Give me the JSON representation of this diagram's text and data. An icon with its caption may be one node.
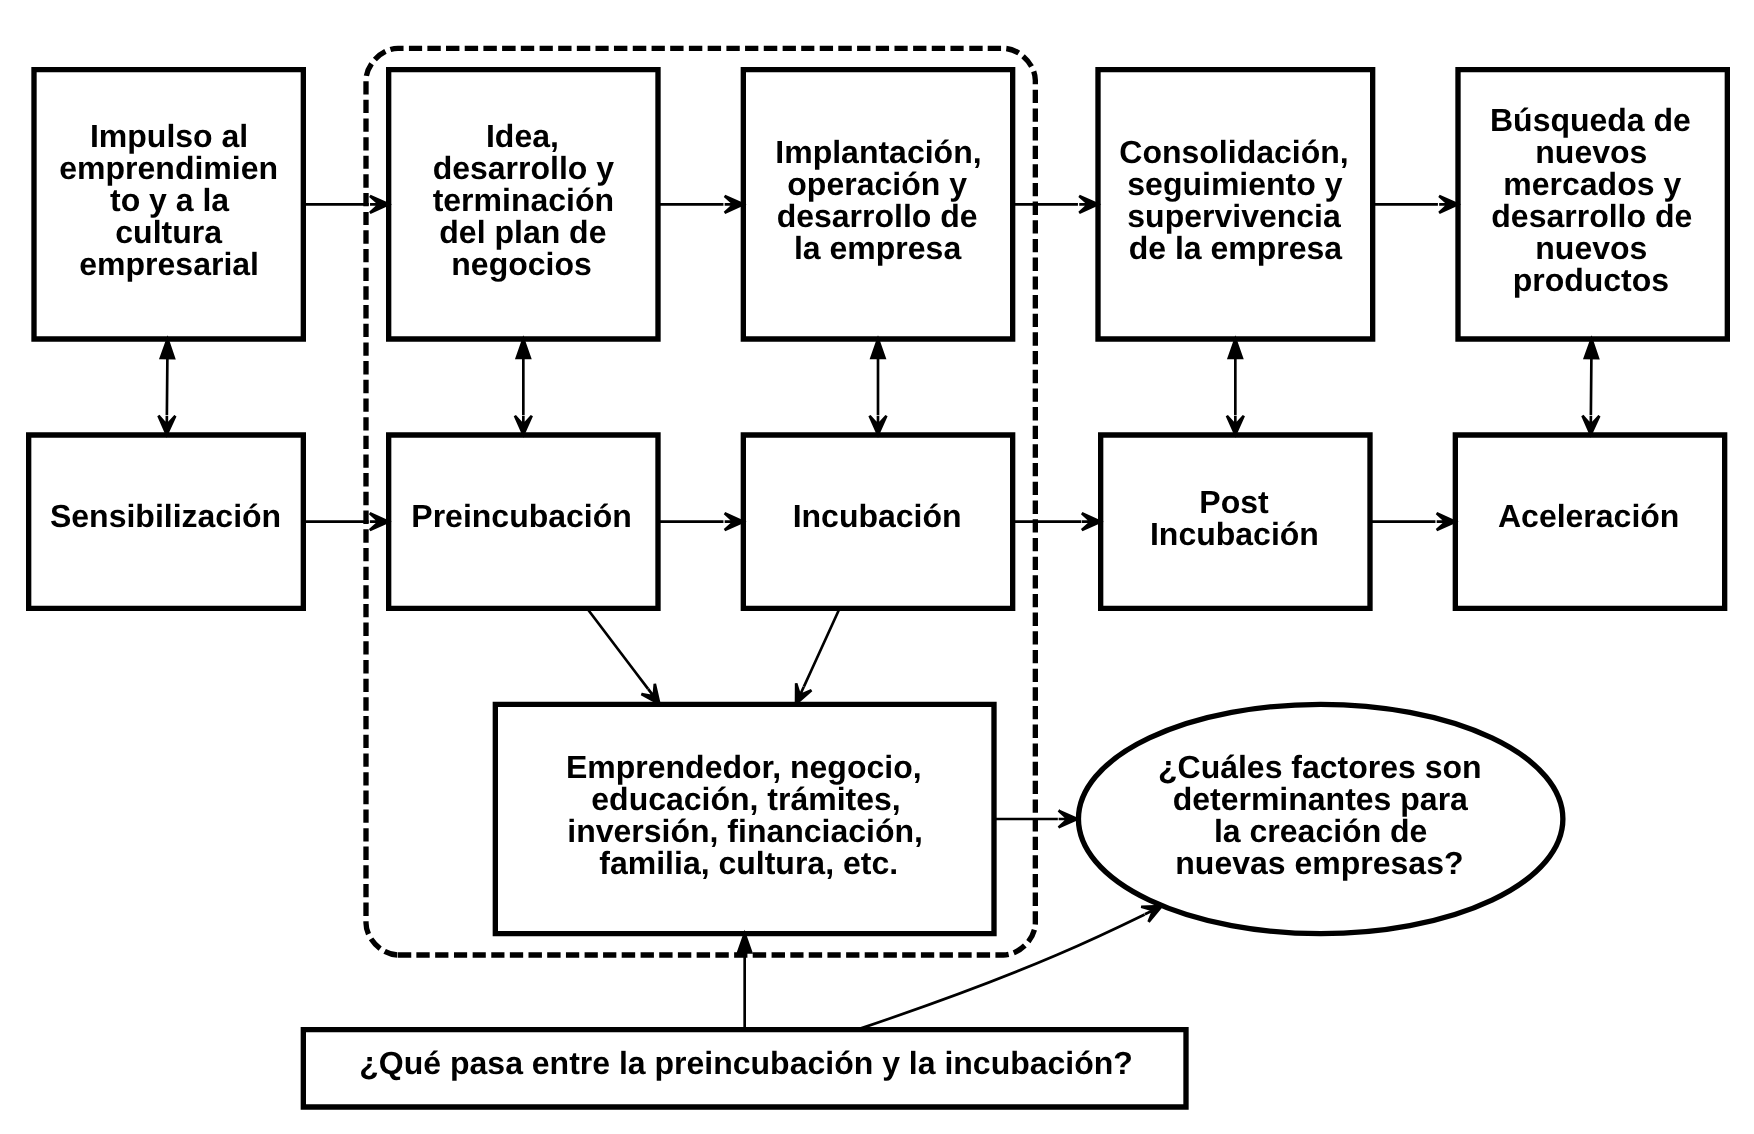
{
  "diagram": {
    "nodes": [
      {
        "text": [
          "Impulso al emprendimien to y a la cultura empresarial"
        ]
      },
      {
        "text": [],
        "shape": "box"
      },
      {
        "text": [
          "Idea, desarrollo y terminación del plan de negocios"
        ],
        "in": 1
      },
      {
        "text": [
          "Implantación, operación y desarrollo de la empresa"
        ],
        "in": 1
      },
      {
        "text": [
          "Consolidación, seguimiento y supervivencia de la empresa"
        ]
      },
      {
        "text": [
          "Búsqueda de nuevos mercados y desarrollo de nuevos productos"
        ]
      },
      {
        "text": [
          "Sensibilización"
        ]
      },
      {
        "text": [
          "Preincubación"
        ],
        "in": 1
      },
      {
        "text": [
          "Incubación"
        ],
        "in": 1
      },
      {
        "text": [
          "Post Incubación"
        ]
      },
      {
        "text": [
          "Aceleración"
        ]
      },
      {
        "text": [
          "Emprendedor, negocio, educación, trámites, inversión, financiación, familia, cultura, etc."
        ],
        "in": 1
      },
      {
        "text": [
          "¿Cuáles factores son determinantes para la creación de nuevas empresas?"
        ]
      },
      {
        "text": [
          "¿Qué pasa entre la preincubación y la incubación?"
        ]
      }
    ],
    "edges": [
      {
        "from": 0,
        "to": 2,
        "arrow": "to"
      },
      {
        "from": 2,
        "to": 3,
        "arrow": "to"
      },
      {
        "from": 3,
        "to": 4,
        "arrow": "to"
      },
      {
        "from": 4,
        "to": 5,
        "arrow": "to"
      },
      {
        "from": 0,
        "to": 6,
        "arrow": "both"
      },
      {
        "from": 2,
        "to": 7,
        "arrow": "both"
      },
      {
        "from": 3,
        "to": 8,
        "arrow": "both"
      },
      {
        "from": 4,
        "to": 9,
        "arrow": "both"
      },
      {
        "from": 5,
        "to": 10,
        "arrow": "both"
      },
      {
        "from": 6,
        "to": 7,
        "arrow": "to"
      },
      {
        "from": 7,
        "to": 8,
        "arrow": "to"
      },
      {
        "from": 8,
        "to": 9,
        "arrow": "to"
      },
      {
        "from": 9,
        "to": 10,
        "arrow": "to"
      },
      {
        "from": 7,
        "to": 11,
        "arrow": "to"
      },
      {
        "from": 8,
        "to": 11,
        "arrow": "to"
      },
      {
        "from": 11,
        "to": 12,
        "arrow": "to"
      },
      {
        "from": 13,
        "to": 11,
        "arrow": "to"
      },
      {
        "from": 13,
        "to": 12,
        "arrow": "to"
      }
    ]
  }
}
